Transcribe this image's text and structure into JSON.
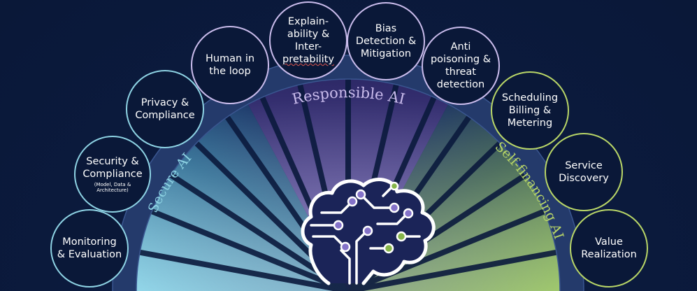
{
  "arc_labels": {
    "responsible": "Responsible AI",
    "secure": "Secure AI",
    "selffin": "Self-financing AI"
  },
  "colors": {
    "background": "#0b1a3d",
    "secure": "#8ed3e4",
    "responsible": "#cabcec",
    "selffin": "#b9d667",
    "arc_band": "#243a6b"
  },
  "nodes": {
    "monitoring": {
      "text": "Monitoring\n& Evaluation"
    },
    "security": {
      "text": "Security &\nCompliance",
      "sub": "(Model, Data &\nArchitecture)"
    },
    "privacy": {
      "text": "Privacy &\nCompliance"
    },
    "human": {
      "text": "Human in\nthe loop"
    },
    "explain": {
      "line1": "Explain-",
      "line2": "ability &",
      "line3": "Inter-",
      "line4": "pretability"
    },
    "bias": {
      "text": "Bias\nDetection &\nMitigation"
    },
    "anti": {
      "text": "Anti\npoisoning &\nthreat\ndetection"
    },
    "scheduling": {
      "text": "Scheduling\nBilling &\nMetering"
    },
    "service": {
      "text": "Service\nDiscovery"
    },
    "value": {
      "text": "Value\nRealization"
    }
  },
  "icons": {
    "center": "brain-circuit-icon"
  }
}
